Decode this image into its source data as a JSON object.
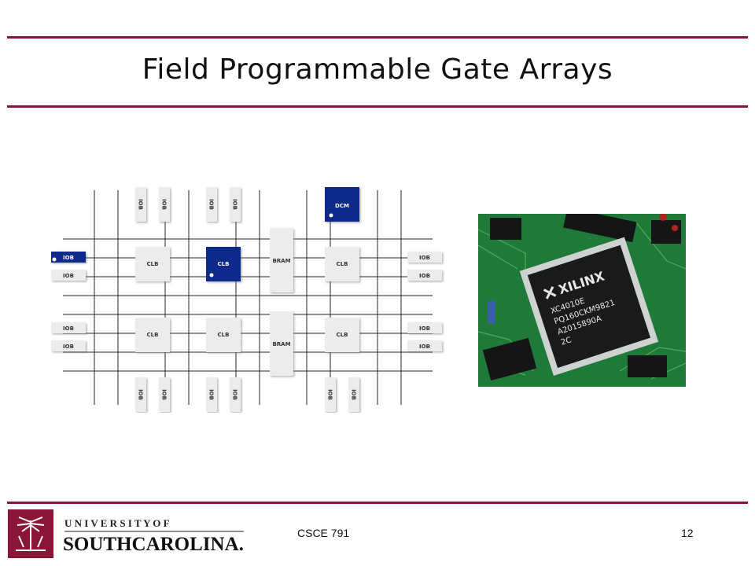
{
  "slide": {
    "title": "Field Programmable Gate Arrays",
    "footer_course": "CSCE 791",
    "footer_page": "12"
  },
  "logo": {
    "line1": "U N I V E R S I T Y   O F",
    "line2": "SOUTHCAROLINA."
  },
  "diagram": {
    "iob_label": "IOB",
    "clb_label": "CLB",
    "bram_label": "BRAM",
    "dcm_label": "DCM"
  },
  "chip_photo": {
    "brand": "XILINX",
    "marking_1": "XC4010E",
    "marking_2": "PQ160CKM9821",
    "marking_3": "A2015890A",
    "marking_4": "2C"
  },
  "colors": {
    "rule": "#8b1538",
    "highlight": "#0a2a8a",
    "block": "#ececec"
  }
}
